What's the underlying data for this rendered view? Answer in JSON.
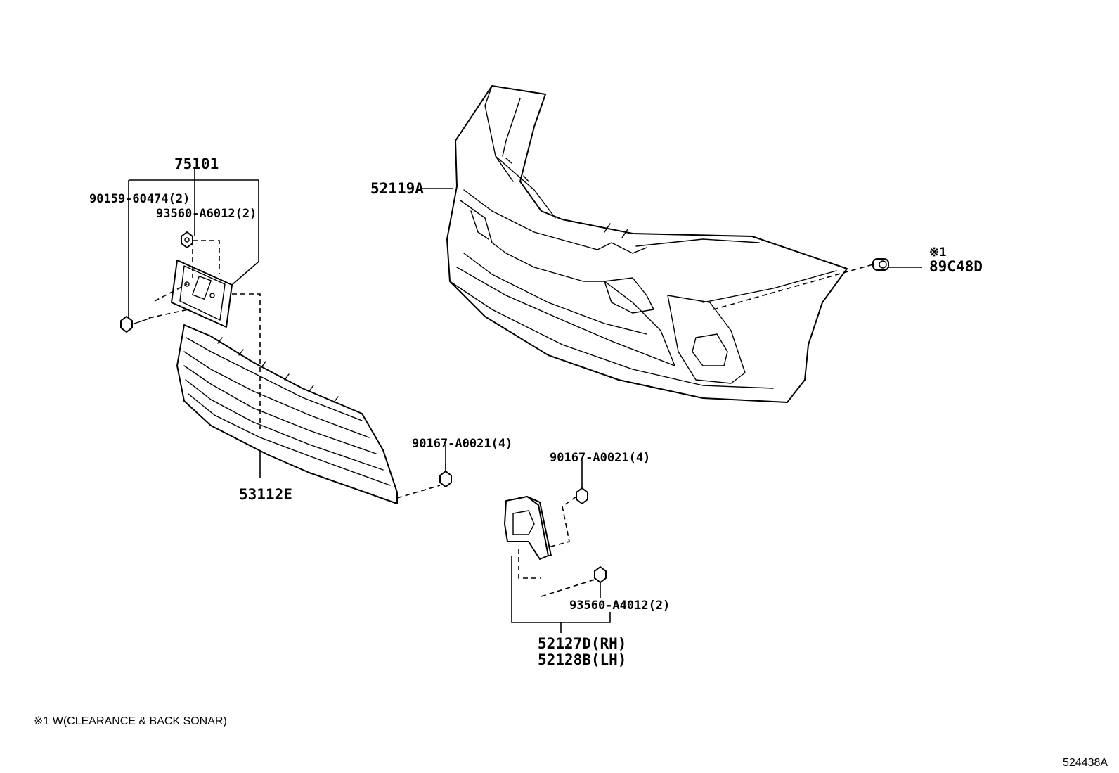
{
  "labels": {
    "license_plate_bracket": "75101",
    "bolt_plate_bracket": "90159-60474(2)",
    "nut_plate_bracket": "93560-A6012(2)",
    "bumper_cover": "52119A",
    "sensor_marker": "※1",
    "sonar_sensor": "89C48D",
    "lower_grille": "53112E",
    "screw_grille": "90167-A0021(4)",
    "screw_fog_cover": "90167-A0021(4)",
    "screw_fog_cover_lower": "93560-A4012(2)",
    "fog_cover_rh": "52127D(RH)",
    "fog_cover_lh": "52128B(LH)"
  },
  "footnote": "※1 W(CLEARANCE & BACK SONAR)",
  "diagram_code": "524438A"
}
